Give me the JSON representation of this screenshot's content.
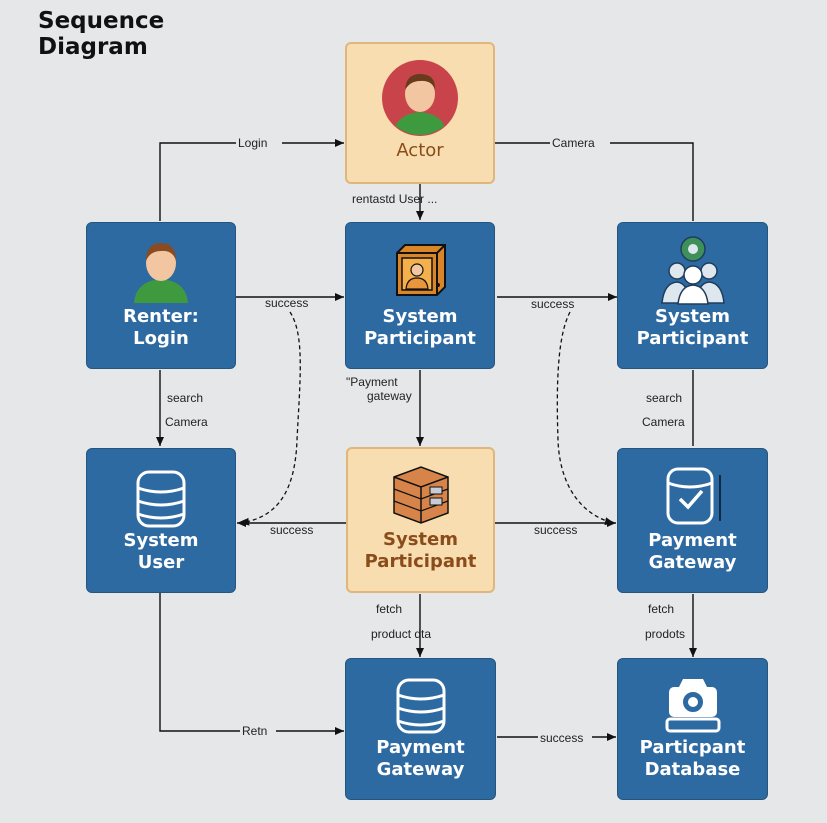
{
  "title_line1": "Sequence",
  "title_line2": "Diagram",
  "nodes": {
    "actor": "Actor",
    "renter": "Renter:\nLogin",
    "sys_center": "System\nParticipant",
    "sys_right": "System\nParticipant",
    "system_user": "System\nUser",
    "sys_mid": "System\nParticipant",
    "payment_right": "Payment\nGateway",
    "payment_bottom": "Payment\nGateway",
    "participant_db": "Particpant\nDatabase"
  },
  "edges": {
    "login": "Login",
    "camera": "Camera",
    "rentastd_user": "rentastd User ...",
    "success_1": "success",
    "success_2": "success",
    "search_1": "search",
    "camera_1": "Camera",
    "payment_gateway_1": "\"Payment",
    "payment_gateway_2": "gateway",
    "search_2": "search",
    "camera_2": "Camera",
    "success_3": "success",
    "success_4": "success",
    "fetch_1": "fetch",
    "product_data": "product dta",
    "fetch_2": "fetch",
    "products": "prodots",
    "return": "Retn",
    "success_5": "success"
  },
  "colors": {
    "blue_box": "#2e6aa2",
    "tan_box": "#f8ddb0",
    "tan_text": "#8a4c1a",
    "background": "#e6e7e9"
  }
}
